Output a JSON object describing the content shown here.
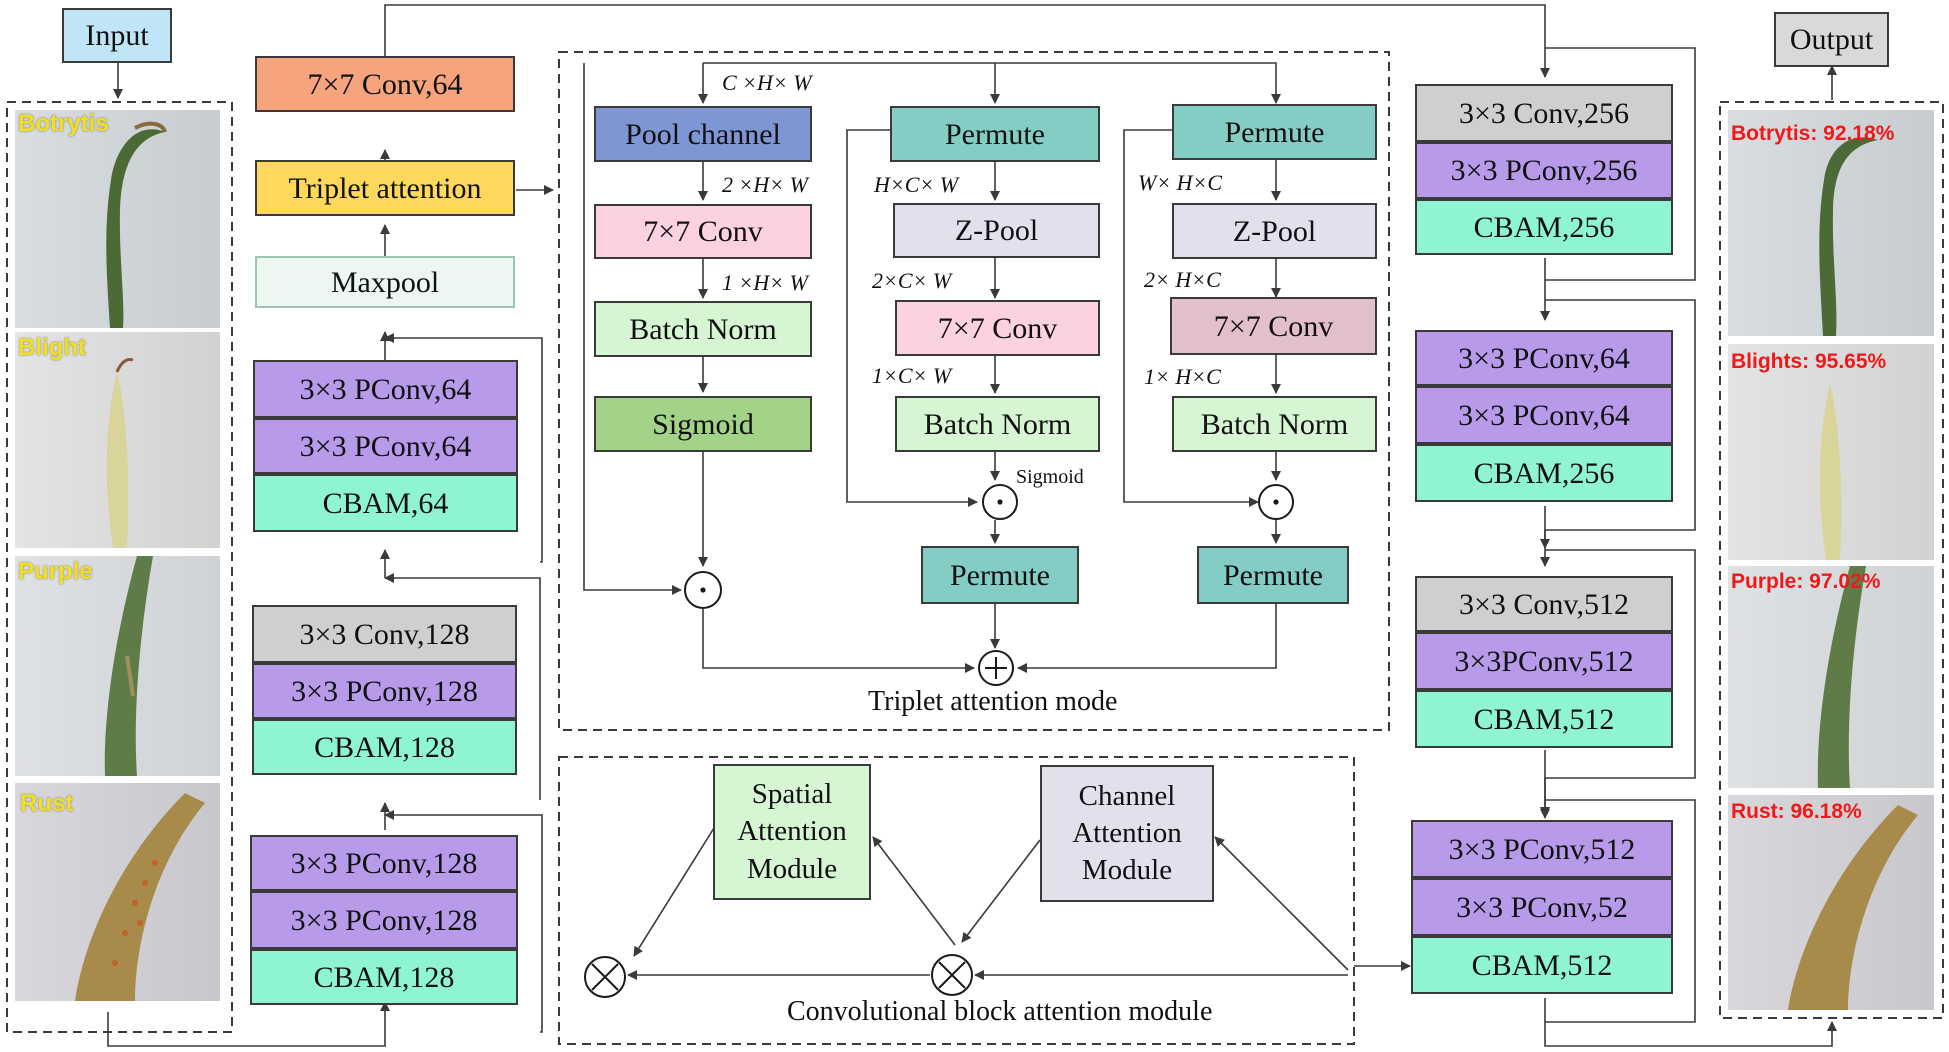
{
  "input_label": "Input",
  "output_label": "Output",
  "input_samples": [
    {
      "label": "Botrytis"
    },
    {
      "label": "Blight"
    },
    {
      "label": "Purple"
    },
    {
      "label": "Rust"
    }
  ],
  "output_results": [
    {
      "text": "Botrytis: 92.18%"
    },
    {
      "text": "Blights: 95.65%"
    },
    {
      "text": "Purple: 97.02%"
    },
    {
      "text": "Rust: 96.18%"
    }
  ],
  "left_column": {
    "conv7": "7×7 Conv,64",
    "triplet": "Triplet attention",
    "maxpool": "Maxpool",
    "block1": [
      "3×3 PConv,64",
      "3×3 PConv,64",
      "CBAM,64"
    ],
    "block2": [
      "3×3 Conv,128",
      "3×3 PConv,128",
      "CBAM,128"
    ],
    "block3": [
      "3×3 PConv,128",
      "3×3 PConv,128",
      "CBAM,128"
    ]
  },
  "right_column": {
    "block1": [
      "3×3 Conv,256",
      "3×3 PConv,256",
      "CBAM,256"
    ],
    "block2": [
      "3×3 PConv,64",
      "3×3 PConv,64",
      "CBAM,256"
    ],
    "block3": [
      "3×3 Conv,512",
      "3×3PConv,512",
      "CBAM,512"
    ],
    "block4": [
      "3×3 PConv,512",
      "3×3 PConv,52",
      "CBAM,512"
    ]
  },
  "triplet": {
    "caption": "Triplet attention mode",
    "branch1": {
      "in_dim": "C ×H× W",
      "pool": "Pool channel",
      "dim2": "2 ×H× W",
      "conv": "7×7 Conv",
      "dim3": "1 ×H× W",
      "bn": "Batch Norm",
      "sig": "Sigmoid"
    },
    "branch2": {
      "permute": "Permute",
      "dim1": "H×C× W",
      "zpool": "Z-Pool",
      "dim2": "2×C× W",
      "conv": "7×7 Conv",
      "dim3": "1×C× W",
      "bn": "Batch Norm",
      "sig_label": "Sigmoid",
      "permute_out": "Permute"
    },
    "branch3": {
      "permute": "Permute",
      "dim1": "W× H×C",
      "zpool": "Z-Pool",
      "dim2": "2× H×C",
      "conv": "7×7 Conv",
      "dim3": "1× H×C",
      "bn": "Batch Norm",
      "permute_out": "Permute"
    }
  },
  "cbam": {
    "caption": "Convolutional block attention module",
    "spatial": "Spatial Attention Module",
    "channel": "Channel Attention Module"
  },
  "colors": {
    "line": "#3a3a3a",
    "result_text": "#f01818",
    "sample_label": "#f0e020"
  }
}
